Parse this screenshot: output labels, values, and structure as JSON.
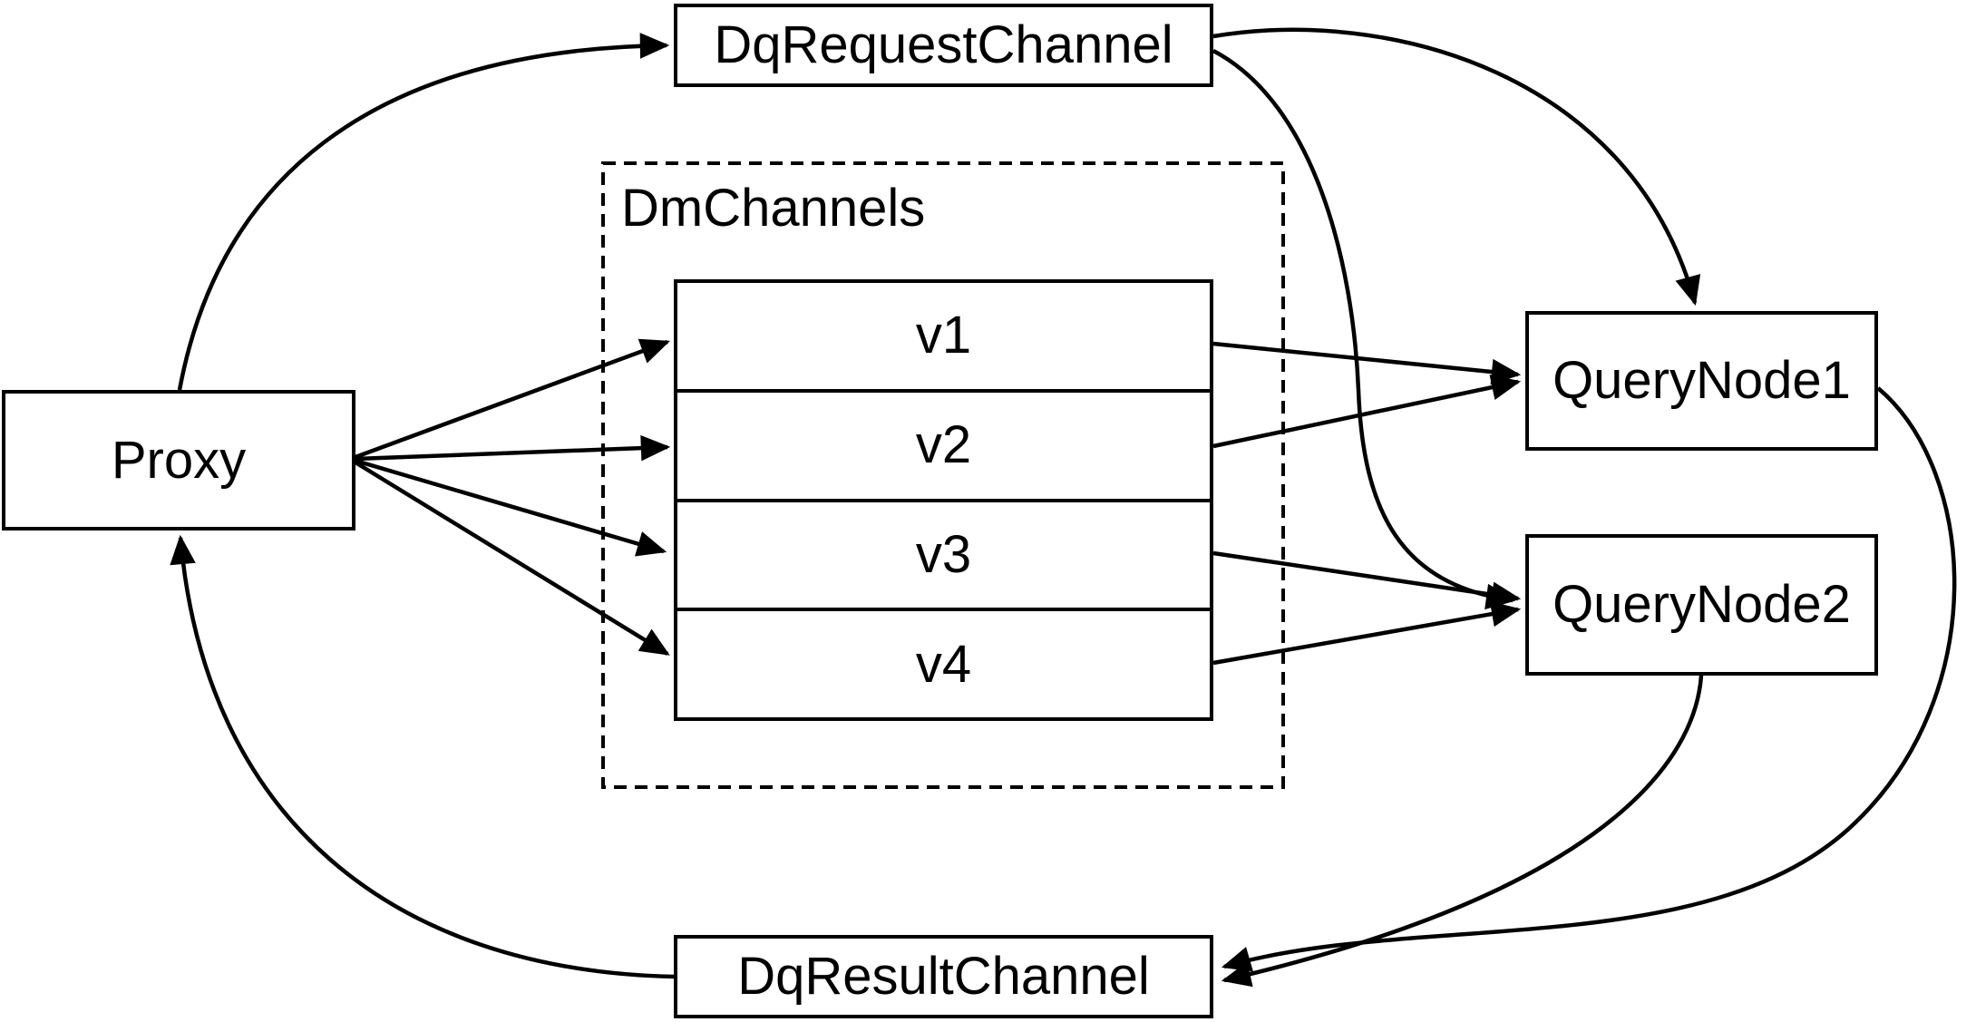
{
  "diagram": {
    "nodes": {
      "proxy": {
        "label": "Proxy"
      },
      "dq_request_channel": {
        "label": "DqRequestChannel"
      },
      "dm_channels": {
        "label": "DmChannels",
        "rows": [
          "v1",
          "v2",
          "v3",
          "v4"
        ]
      },
      "query_node_1": {
        "label": "QueryNode1"
      },
      "query_node_2": {
        "label": "QueryNode2"
      },
      "dq_result_channel": {
        "label": "DqResultChannel"
      }
    },
    "edges": [
      {
        "from": "Proxy",
        "to": "DqRequestChannel"
      },
      {
        "from": "Proxy",
        "to": "v1"
      },
      {
        "from": "Proxy",
        "to": "v2"
      },
      {
        "from": "Proxy",
        "to": "v3"
      },
      {
        "from": "Proxy",
        "to": "v4"
      },
      {
        "from": "v1",
        "to": "QueryNode1"
      },
      {
        "from": "v2",
        "to": "QueryNode1"
      },
      {
        "from": "v3",
        "to": "QueryNode2"
      },
      {
        "from": "v4",
        "to": "QueryNode2"
      },
      {
        "from": "DqRequestChannel",
        "to": "QueryNode1"
      },
      {
        "from": "DqRequestChannel",
        "to": "QueryNode2"
      },
      {
        "from": "QueryNode1",
        "to": "DqResultChannel"
      },
      {
        "from": "QueryNode2",
        "to": "DqResultChannel"
      },
      {
        "from": "DqResultChannel",
        "to": "Proxy"
      }
    ],
    "colors": {
      "line": "#000000",
      "text": "#000000",
      "background": "#ffffff"
    }
  }
}
